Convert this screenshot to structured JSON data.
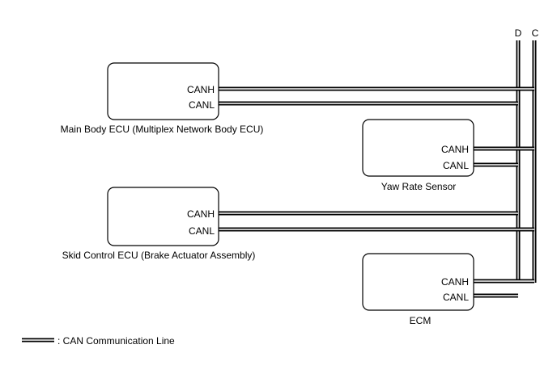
{
  "bus_labels": {
    "left": "D",
    "right": "C"
  },
  "components": {
    "main_body_ecu": {
      "name": "Main Body ECU (Multiplex Network Body ECU)",
      "pin_h": "CANH",
      "pin_l": "CANL"
    },
    "yaw_rate_sensor": {
      "name": "Yaw Rate Sensor",
      "pin_h": "CANH",
      "pin_l": "CANL"
    },
    "skid_control_ecu": {
      "name": "Skid Control ECU (Brake Actuator Assembly)",
      "pin_h": "CANH",
      "pin_l": "CANL"
    },
    "ecm": {
      "name": "ECM",
      "pin_h": "CANH",
      "pin_l": "CANL"
    }
  },
  "legend": {
    "text": ": CAN Communication Line"
  }
}
